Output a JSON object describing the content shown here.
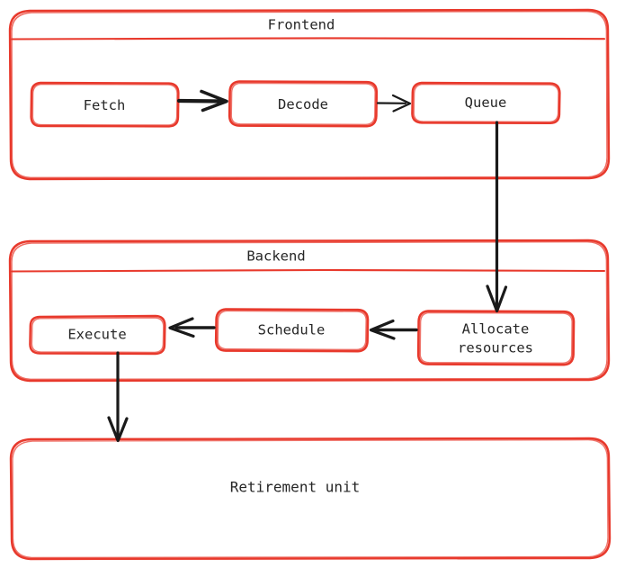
{
  "diagram": {
    "title_semantic": "cpu-pipeline-diagram",
    "accent_color": "#e8392c",
    "edge_color": "#1a1a1a",
    "text_color": "#262626",
    "background": "#ffffff",
    "groups": [
      {
        "id": "frontend",
        "label": "Frontend",
        "nodes": [
          {
            "id": "fetch",
            "label": "Fetch"
          },
          {
            "id": "decode",
            "label": "Decode"
          },
          {
            "id": "queue",
            "label": "Queue"
          }
        ]
      },
      {
        "id": "backend",
        "label": "Backend",
        "nodes": [
          {
            "id": "execute",
            "label": "Execute"
          },
          {
            "id": "schedule",
            "label": "Schedule"
          },
          {
            "id": "allocate",
            "label_line1": "Allocate",
            "label_line2": "resources"
          }
        ]
      }
    ],
    "standalone_nodes": [
      {
        "id": "retirement",
        "label": "Retirement unit"
      }
    ],
    "edges": [
      {
        "id": "fetch-to-decode",
        "from": "fetch",
        "to": "decode",
        "direction": "right"
      },
      {
        "id": "decode-to-queue",
        "from": "decode",
        "to": "queue",
        "direction": "right"
      },
      {
        "id": "queue-to-allocate",
        "from": "queue",
        "to": "allocate",
        "direction": "down"
      },
      {
        "id": "allocate-to-schedule",
        "from": "allocate",
        "to": "schedule",
        "direction": "left"
      },
      {
        "id": "schedule-to-execute",
        "from": "schedule",
        "to": "execute",
        "direction": "left"
      },
      {
        "id": "execute-to-retirement",
        "from": "execute",
        "to": "retirement",
        "direction": "down"
      }
    ]
  }
}
